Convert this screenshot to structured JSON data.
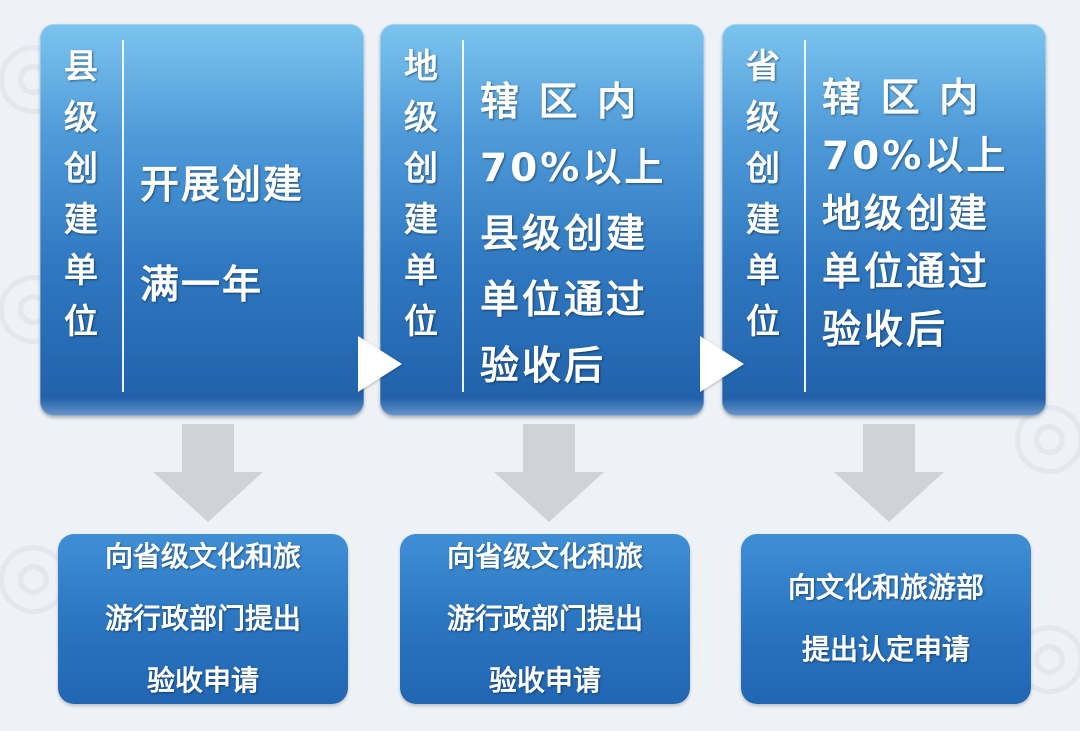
{
  "stages": [
    {
      "title_chars": [
        "县",
        "级",
        "创",
        "建",
        "单",
        "位"
      ],
      "desc_lines": [
        "开展创建",
        "满一年"
      ],
      "application_lines": [
        "向省级文化和旅",
        "游行政部门提出",
        "验收申请"
      ]
    },
    {
      "title_chars": [
        "地",
        "级",
        "创",
        "建",
        "单",
        "位"
      ],
      "desc_lines": [
        "辖 区 内",
        "70%以上",
        "县级创建",
        "单位通过",
        "验收后"
      ],
      "application_lines": [
        "向省级文化和旅",
        "游行政部门提出",
        "验收申请"
      ]
    },
    {
      "title_chars": [
        "省",
        "级",
        "创",
        "建",
        "单",
        "位"
      ],
      "desc_lines": [
        "辖 区 内",
        "70%以上",
        "地级创建",
        "单位通过",
        "验收后"
      ],
      "application_lines": [
        "向文化和旅游部",
        "提出认定申请"
      ]
    }
  ],
  "colors": {
    "card_top": "#7cc4ef",
    "card_bottom": "#1f5fa8",
    "box": "#2a74c0",
    "arrow": "#cfd3d8",
    "background": "#eef1f5"
  },
  "icons": [
    "chevron-right-icon",
    "arrow-down-icon"
  ]
}
